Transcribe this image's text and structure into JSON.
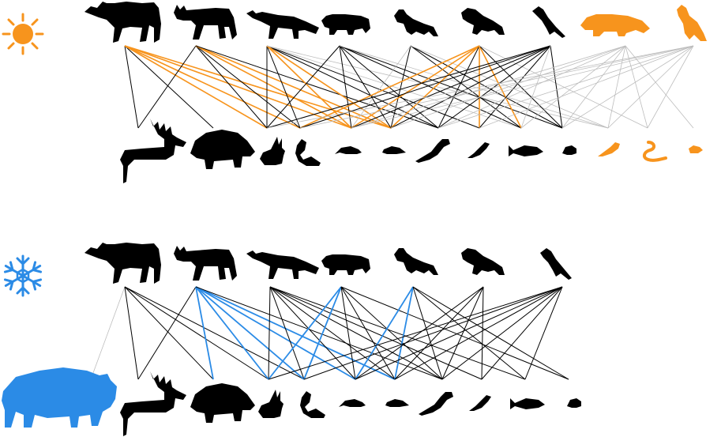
{
  "colors": {
    "summer_accent": "#f7941d",
    "winter_accent": "#2b8be6",
    "link_default": "#000000",
    "link_faint": "#bdbdbd"
  },
  "panels": [
    {
      "id": "summer",
      "season_icon": "sun-icon",
      "predators": [
        "wolf",
        "lynx",
        "red-fox",
        "badger",
        "otter",
        "polecat",
        "raven",
        "badger-highlighted",
        "golden-eagle"
      ],
      "highlighted_predators": [
        "badger-highlighted",
        "golden-eagle"
      ],
      "prey": [
        "red-deer",
        "wild-boar",
        "hare",
        "squirrel",
        "mouse",
        "vole",
        "crow",
        "small-bird",
        "fish",
        "frog",
        "songbird-highlighted",
        "snake-highlighted",
        "insect-highlighted"
      ],
      "highlighted_prey": [
        "songbird-highlighted",
        "snake-highlighted",
        "insect-highlighted"
      ]
    },
    {
      "id": "winter",
      "season_icon": "snowflake-icon",
      "predators": [
        "wolf",
        "lynx",
        "red-fox",
        "badger",
        "otter",
        "polecat",
        "raven"
      ],
      "prey": [
        "bison-highlighted",
        "red-deer",
        "wild-boar",
        "hare",
        "squirrel",
        "mouse",
        "vole",
        "crow",
        "small-bird",
        "fish",
        "frog"
      ],
      "highlighted_prey": [
        "bison-highlighted"
      ]
    }
  ]
}
